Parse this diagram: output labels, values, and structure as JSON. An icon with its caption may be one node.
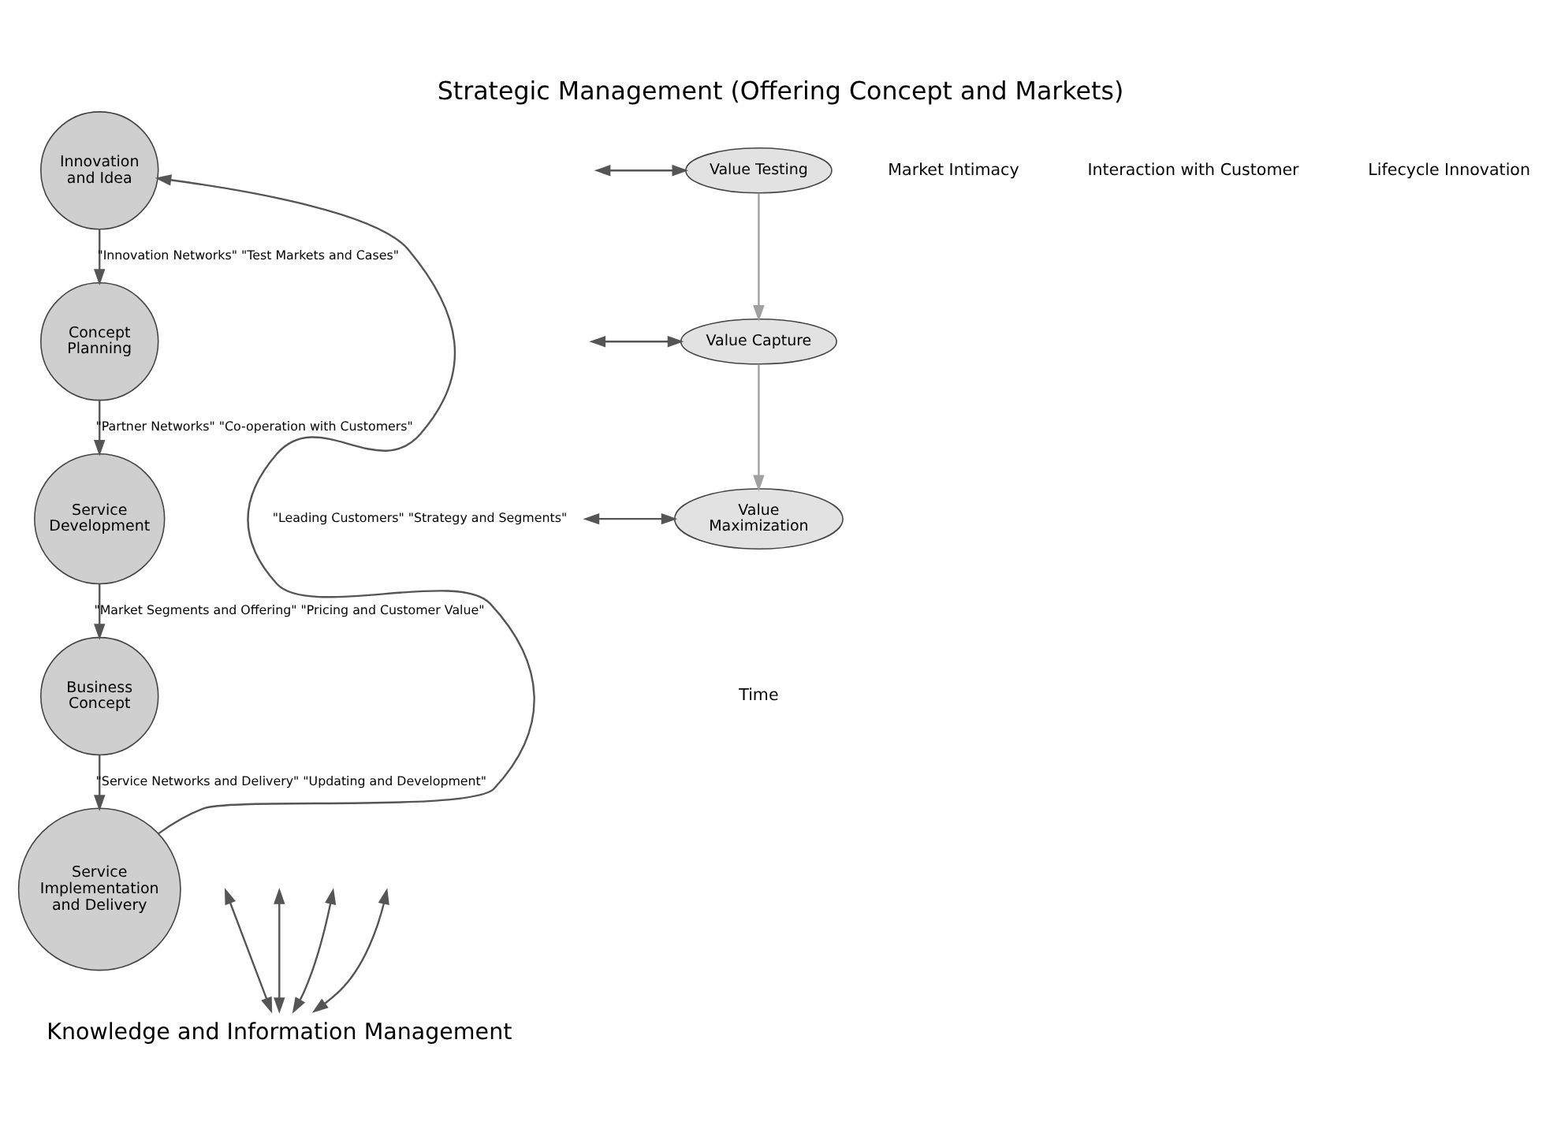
{
  "diagram": {
    "title": "Strategic Management (Offering Concept and Markets)",
    "nodes": [
      {
        "text": [
          "Innovation and Idea"
        ]
      },
      {
        "text": [
          "Concept Planning"
        ]
      },
      {
        "text": [
          "Service Development"
        ]
      },
      {
        "text": [
          "Business Concept"
        ]
      },
      {
        "text": [
          "Service Implementation and Delivery"
        ]
      },
      {
        "text": [
          "Value Testing"
        ]
      },
      {
        "text": [
          "Value Capture"
        ]
      },
      {
        "text": [
          "Value Maximization"
        ]
      },
      {
        "text": [
          "Knowledge and Information Management"
        ]
      }
    ],
    "edges": [
      {
        "from": 0,
        "to": 1,
        "arrow": "to",
        "label": "\"Innovation Networks\" \"Test Markets and Cases\""
      },
      {
        "from": 1,
        "to": 2,
        "arrow": "to",
        "label": "\"Partner Networks\" \"Co-operation with Customers\""
      },
      {
        "from": 2,
        "to": 3,
        "arrow": "to",
        "label": "\"Market Segments and Offering\" \"Pricing and Customer Value\""
      },
      {
        "from": 3,
        "to": 4,
        "arrow": "to",
        "label": "\"Service Networks and Delivery\" \"Updating and Development\""
      },
      {
        "from": 4,
        "to": 0,
        "arrow": "to",
        "label": "\"Leading Customers\" \"Strategy and Segments\""
      },
      {
        "from": 5,
        "to": 6,
        "arrow": "to",
        "color": "#a0a0a0"
      },
      {
        "from": 6,
        "to": 7,
        "arrow": "to",
        "color": "#a0a0a0"
      },
      {
        "from": null,
        "to": 5,
        "arrow": "both"
      },
      {
        "from": null,
        "to": 6,
        "arrow": "both"
      },
      {
        "from": null,
        "to": 7,
        "arrow": "both"
      },
      {
        "from": null,
        "to": 8,
        "arrow": "both"
      },
      {
        "from": null,
        "to": 8,
        "arrow": "both"
      },
      {
        "from": null,
        "to": 8,
        "arrow": "both"
      },
      {
        "from": null,
        "to": 8,
        "arrow": "both"
      }
    ],
    "labels": [
      "Market Intimacy",
      "Interaction with Customer",
      "Lifecycle Innovation",
      "Time"
    ]
  }
}
